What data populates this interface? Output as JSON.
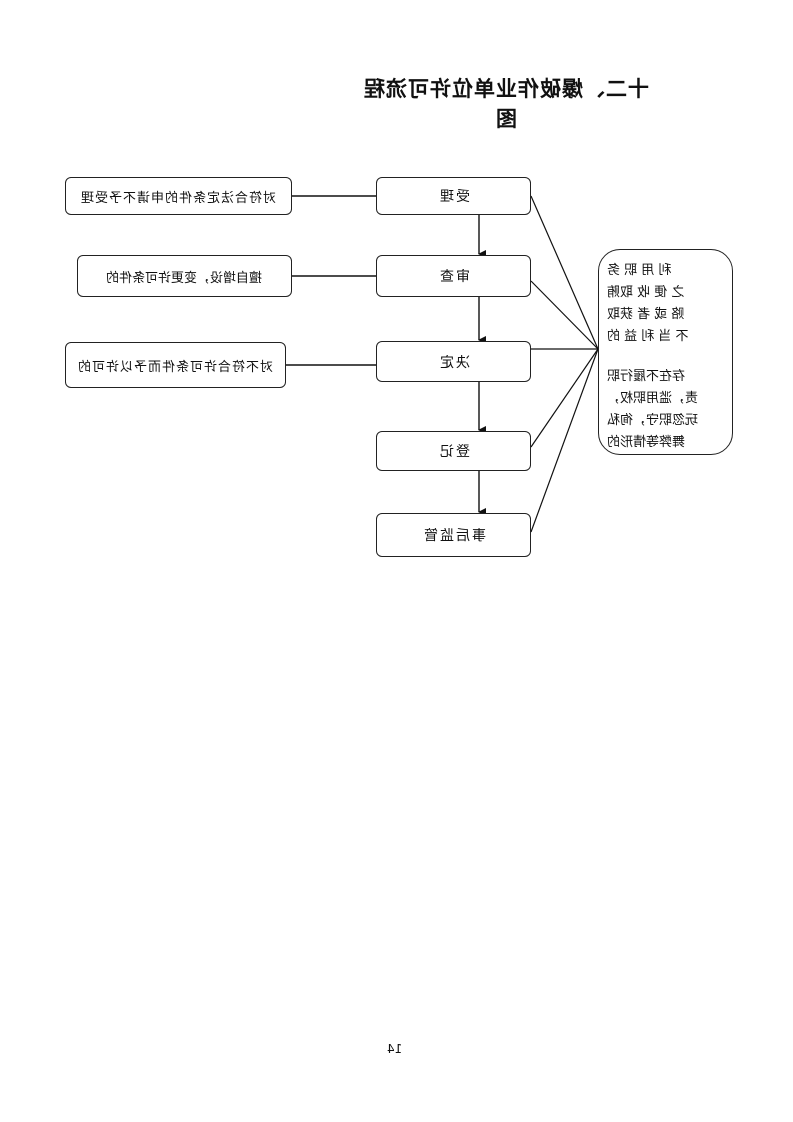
{
  "title": "十二、爆破作业单位许可流程图",
  "steps": [
    "受理",
    "审查",
    "决定",
    "登记",
    "事后监管"
  ],
  "left_notes": [
    "对符合法定条件的申请不予受理",
    "擅自增设，变更许可条件的",
    "对不符合许可条件而予以许可的"
  ],
  "risk_box": {
    "group1": [
      "利 用 职 务",
      "之 便 收 取贿",
      "赂 或 者 获取",
      "不 当 利 益 的"
    ],
    "group2": [
      "存在不履行职",
      "责，滥用职权，",
      "玩忽职守，徇私",
      "舞弊等情形的"
    ]
  },
  "page_number": "14"
}
